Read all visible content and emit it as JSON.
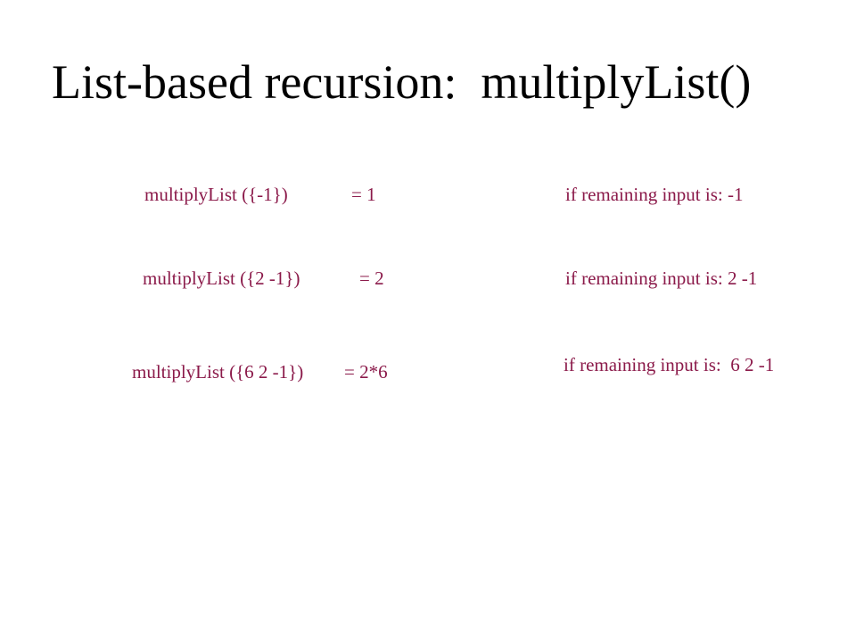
{
  "slide": {
    "title": "List-based recursion:  multiplyList()",
    "text_color": "#8B1A4A",
    "rows": [
      {
        "call": "multiplyList ({-1})",
        "result": "= 1",
        "condition": "if remaining input is: -1"
      },
      {
        "call": "multiplyList ({2 -1})",
        "result": "= 2",
        "condition": "if remaining input is: 2 -1"
      },
      {
        "call": "multiplyList ({6 2 -1})",
        "result": "= 2*6",
        "condition": "if remaining input is:  6 2 -1"
      }
    ]
  }
}
